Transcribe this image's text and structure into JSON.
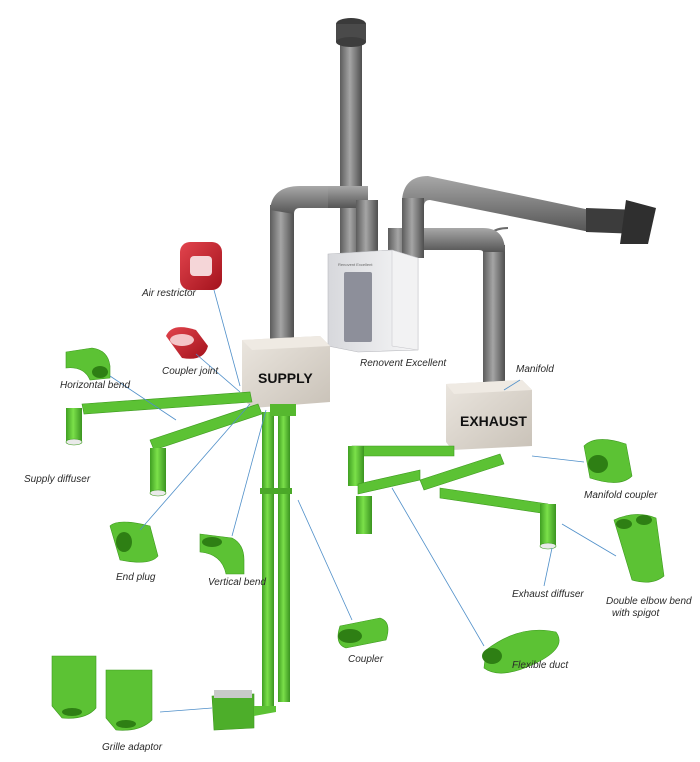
{
  "boxes": {
    "supply": "SUPPLY",
    "exhaust": "EXHAUST"
  },
  "unit": {
    "brand": "Renovent Excellent",
    "name": "Renovent Excellent"
  },
  "labels": {
    "air_restrictor": "Air restrictor",
    "coupler_joint": "Coupler joint",
    "horizontal_bend": "Horizontal bend",
    "supply_diffuser": "Supply diffuser",
    "end_plug": "End plug",
    "vertical_bend": "Vertical bend",
    "grille_adaptor": "Grille adaptor",
    "coupler": "Coupler",
    "flexible_duct": "Flexible duct",
    "exhaust_diffuser": "Exhaust diffuser",
    "manifold": "Manifold",
    "manifold_coupler": "Manifold coupler",
    "double_elbow_line1": "Double elbow bend",
    "double_elbow_line2": "with spigot"
  },
  "colors": {
    "duct_green": "#5cc234",
    "duct_green_dark": "#3d9a1e",
    "duct_grey": "#7d7d7d",
    "duct_grey_dark": "#505050",
    "box_beige": "#ddd7cf",
    "restrictor_red": "#c8202c",
    "leader_blue": "#4f8fc9"
  }
}
